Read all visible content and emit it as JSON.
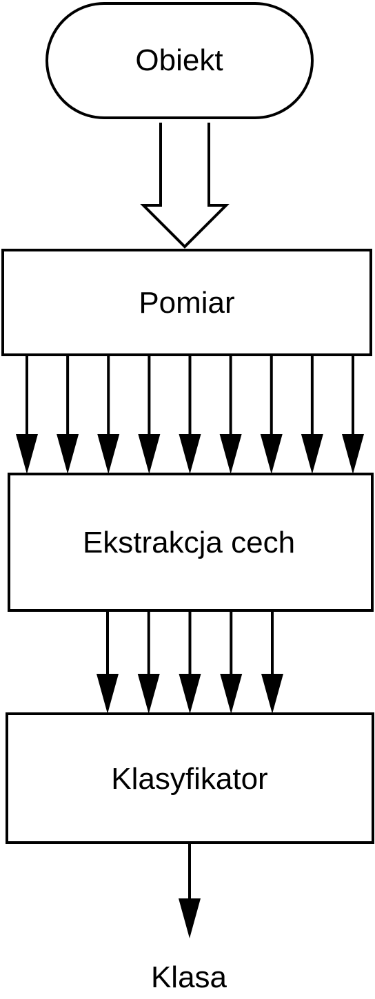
{
  "nodes": {
    "start": "Obiekt",
    "measurement": "Pomiar",
    "feature_extraction": "Ekstrakcja cech",
    "classifier": "Klasyfikator",
    "output": "Klasa"
  },
  "edges": {
    "start_to_measurement": 1,
    "measurement_to_feature_extraction": 9,
    "feature_extraction_to_classifier": 5,
    "classifier_to_output": 1
  }
}
